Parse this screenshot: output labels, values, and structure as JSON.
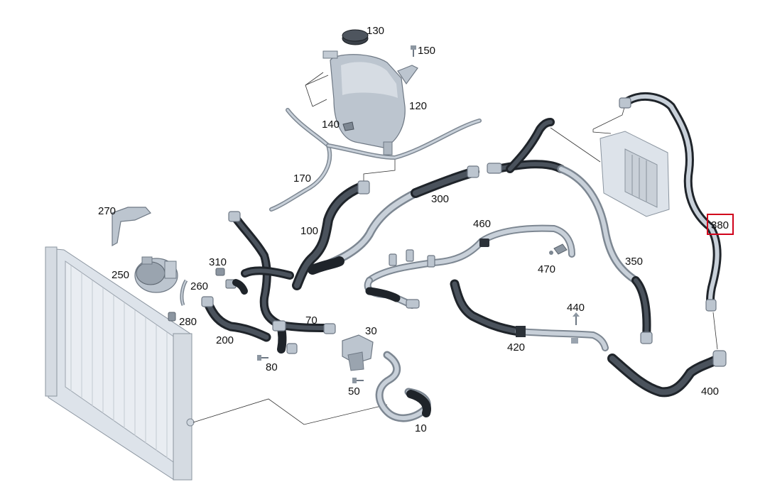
{
  "labels": {
    "p10": "10",
    "p30": "30",
    "p50": "50",
    "p70": "70",
    "p80": "80",
    "p100": "100",
    "p120": "120",
    "p130": "130",
    "p140": "140",
    "p150": "150",
    "p170": "170",
    "p200": "200",
    "p250": "250",
    "p260": "260",
    "p270": "270",
    "p280": "280",
    "p300": "300",
    "p310": "310",
    "p350": "350",
    "p380": "380",
    "p400": "400",
    "p420": "420",
    "p440": "440",
    "p460": "460",
    "p470": "470"
  },
  "highlighted_part": "380",
  "colors": {
    "highlight": "#d0021b",
    "hose_dark": "#2b3138",
    "pipe_light": "#c8d0d9"
  }
}
